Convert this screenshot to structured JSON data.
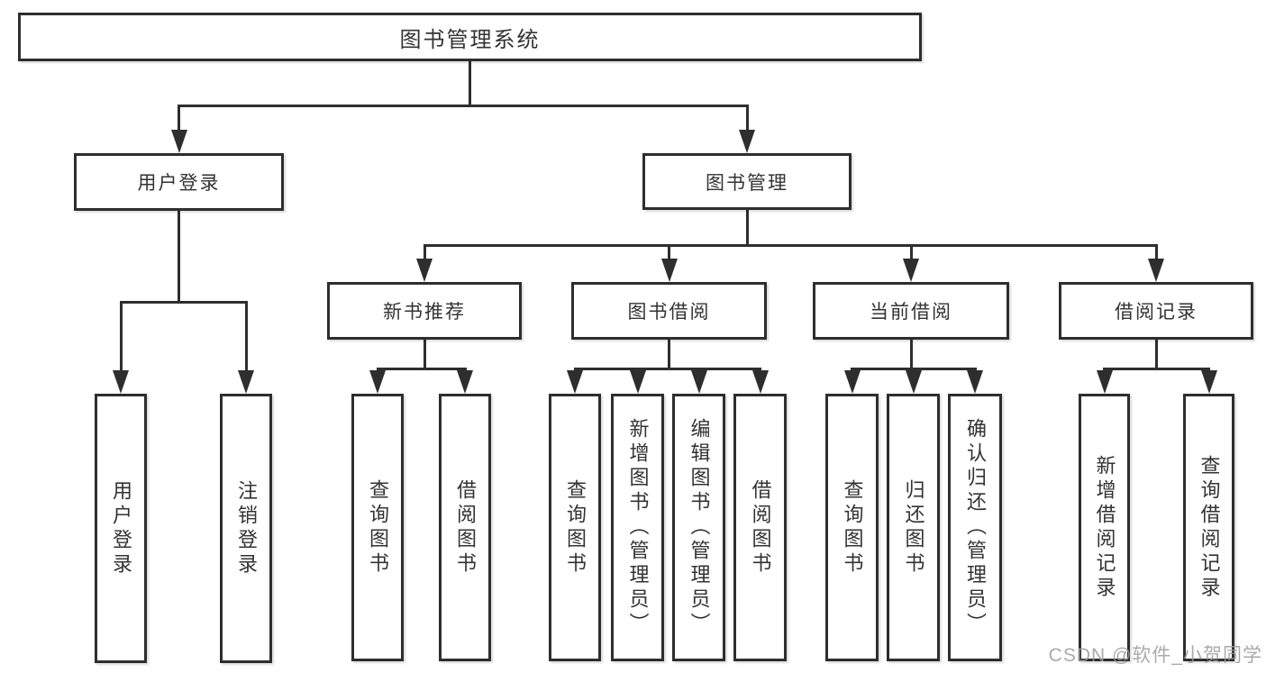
{
  "diagram": {
    "nodes": [
      {
        "id": "root",
        "label": "图书管理系统",
        "parent": null
      },
      {
        "id": "user-login",
        "label": "用户登录",
        "parent": "root"
      },
      {
        "id": "book-management",
        "label": "图书管理",
        "parent": "root"
      },
      {
        "id": "new-book-recommend",
        "label": "新书推荐",
        "parent": "book-management"
      },
      {
        "id": "book-borrowing",
        "label": "图书借阅",
        "parent": "book-management"
      },
      {
        "id": "current-borrowing",
        "label": "当前借阅",
        "parent": "book-management"
      },
      {
        "id": "borrowing-records",
        "label": "借阅记录",
        "parent": "book-management"
      },
      {
        "id": "login",
        "label": "用户登录",
        "parent": "user-login"
      },
      {
        "id": "logout",
        "label": "注销登录",
        "parent": "user-login"
      },
      {
        "id": "nbr-query-books",
        "label": "查询图书",
        "parent": "new-book-recommend"
      },
      {
        "id": "nbr-borrow-books",
        "label": "借阅图书",
        "parent": "new-book-recommend"
      },
      {
        "id": "bb-query-books",
        "label": "查询图书",
        "parent": "book-borrowing"
      },
      {
        "id": "bb-add-books",
        "label": "新增图书（管理员）",
        "parent": "book-borrowing"
      },
      {
        "id": "bb-edit-books",
        "label": "编辑图书（管理员）",
        "parent": "book-borrowing"
      },
      {
        "id": "bb-borrow-books",
        "label": "借阅图书",
        "parent": "book-borrowing"
      },
      {
        "id": "cb-query-books",
        "label": "查询图书",
        "parent": "current-borrowing"
      },
      {
        "id": "cb-return-books",
        "label": "归还图书",
        "parent": "current-borrowing"
      },
      {
        "id": "cb-confirm-return",
        "label": "确认归还（管理员）",
        "parent": "current-borrowing"
      },
      {
        "id": "br-add-record",
        "label": "新增借阅记录",
        "parent": "borrowing-records"
      },
      {
        "id": "br-query-record",
        "label": "查询借阅记录",
        "parent": "borrowing-records"
      }
    ]
  },
  "watermark": {
    "text": "CSDN @软件_小贺同学"
  },
  "colors": {
    "background": "#ffffff",
    "line": "#2e2e2e",
    "box_border": "#2e2e2e",
    "box_fill": "#ffffff",
    "text": "#333333",
    "watermark": "#9c9c9c"
  }
}
